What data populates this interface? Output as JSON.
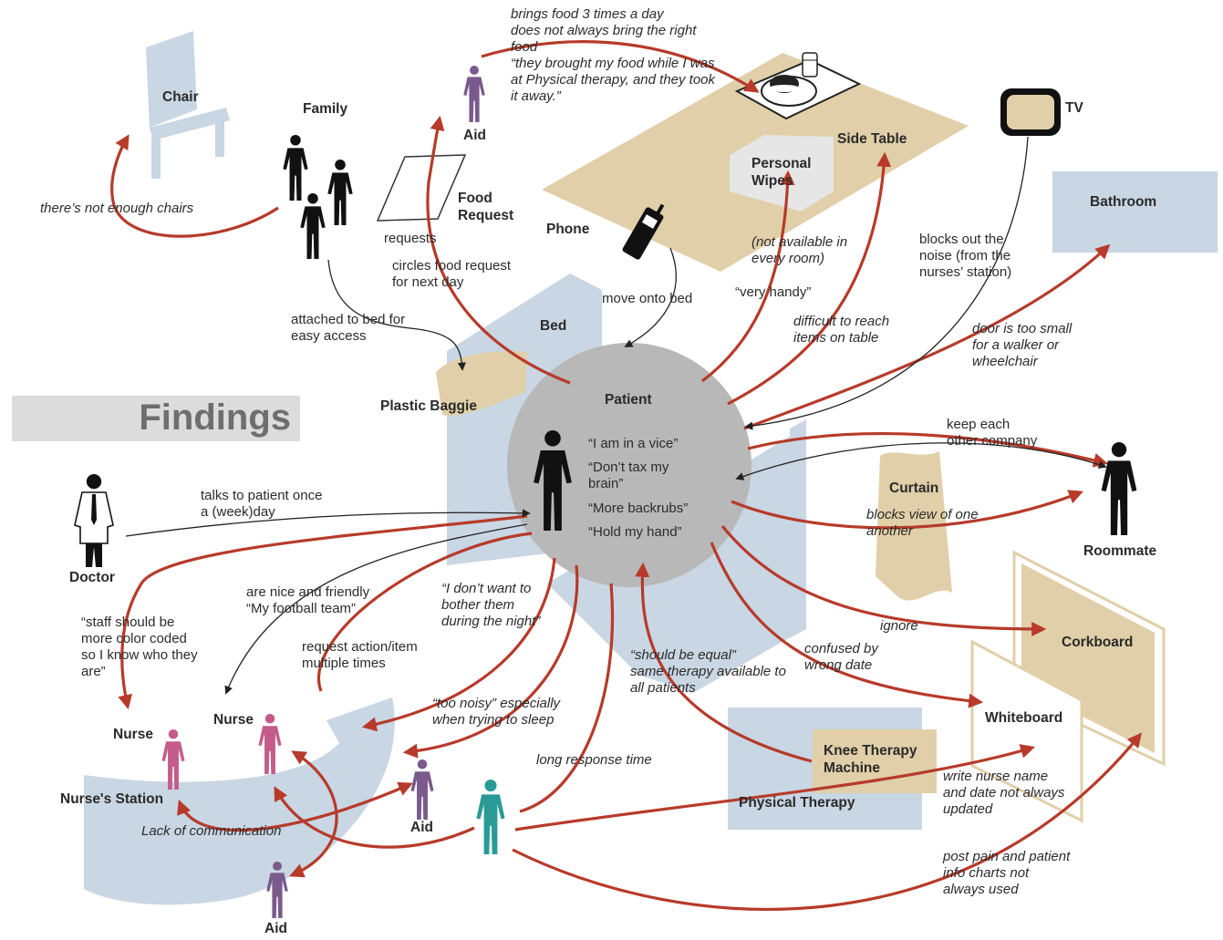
{
  "title": "Findings",
  "colors": {
    "arrow_red": "#b73a2a",
    "furniture_blue": "#c9d6e3",
    "tan": "#e0cfa8",
    "patient_circle": "#b8b8b8",
    "aid_purple": "#7a5a8c",
    "nurse_pink": "#c45c8a",
    "teal_person": "#2a9a96"
  },
  "icons": [
    "chair-icon",
    "person-icon",
    "doctor-icon",
    "phone-icon",
    "tv-icon",
    "plate-icon",
    "glass-icon",
    "food-request-card-icon",
    "plastic-baggie-icon"
  ],
  "nodes": {
    "chair": "Chair",
    "family": "Family",
    "aid_top": "Aid",
    "food_request": "Food\nRequest",
    "phone": "Phone",
    "side_table": "Side Table",
    "personal_wipes": "Personal\nWipes",
    "tv": "TV",
    "bathroom": "Bathroom",
    "bed": "Bed",
    "plastic_baggie": "Plastic Baggie",
    "patient": "Patient",
    "curtain": "Curtain",
    "roommate": "Roommate",
    "doctor": "Doctor",
    "corkboard": "Corkboard",
    "whiteboard": "Whiteboard",
    "knee_therapy": "Knee Therapy\nMachine",
    "physical_therapy": "Physical Therapy",
    "nurse_left": "Nurse",
    "nurse_right": "Nurse",
    "nurses_station": "Nurse's Station",
    "aid_middle": "Aid",
    "aid_bottom": "Aid"
  },
  "patient_quotes": [
    "“I am in a vice”",
    "“Don’t tax my\nbrain”",
    "“More backrubs”",
    "“Hold my hand”"
  ],
  "annotations": {
    "aid_food": "brings food 3 times a day\ndoes not always bring the right\nfood\n“they brought my food while I was\nat Physical therapy, and they took\nit away.”",
    "chairs": "there’s not enough chairs",
    "requests": "requests",
    "circles_food": "circles food request\nfor next day",
    "attached_bed": "attached to bed for\neasy access",
    "move_onto_bed": "move onto bed",
    "not_available": "(not available in\nevery room)",
    "very_handy": "“very handy”",
    "difficult_reach": "difficult to reach\nitems on table",
    "blocks_noise": "blocks out the\nnoise (from the\nnurses’ station)",
    "door_small": "door is too small\nfor a walker or\nwheelchair",
    "keep_company": "keep each\nother company",
    "blocks_view": "blocks view of one\nanother",
    "talks_patient": "talks to patient once\na (week)day",
    "staff_color": "“staff should be\nmore color coded\nso I know who they\nare”",
    "nice_friendly": "are nice and friendly\n“My football team”",
    "dont_bother": "“I don’t want to\nbother them\nduring the night”",
    "request_action": "request action/item\nmultiple times",
    "too_noisy": "“too noisy” especially\nwhen trying to sleep",
    "long_response": "long response time",
    "should_equal": "“should be equal”\nsame therapy available to\nall patients",
    "ignore": "ignore",
    "confused": "confused by\nwrong date",
    "lack_comm": "Lack of communication",
    "write_nurse": "write nurse name\nand date not always\nupdated",
    "post_pain": "post pain and patient\ninfo charts not\nalways used"
  }
}
